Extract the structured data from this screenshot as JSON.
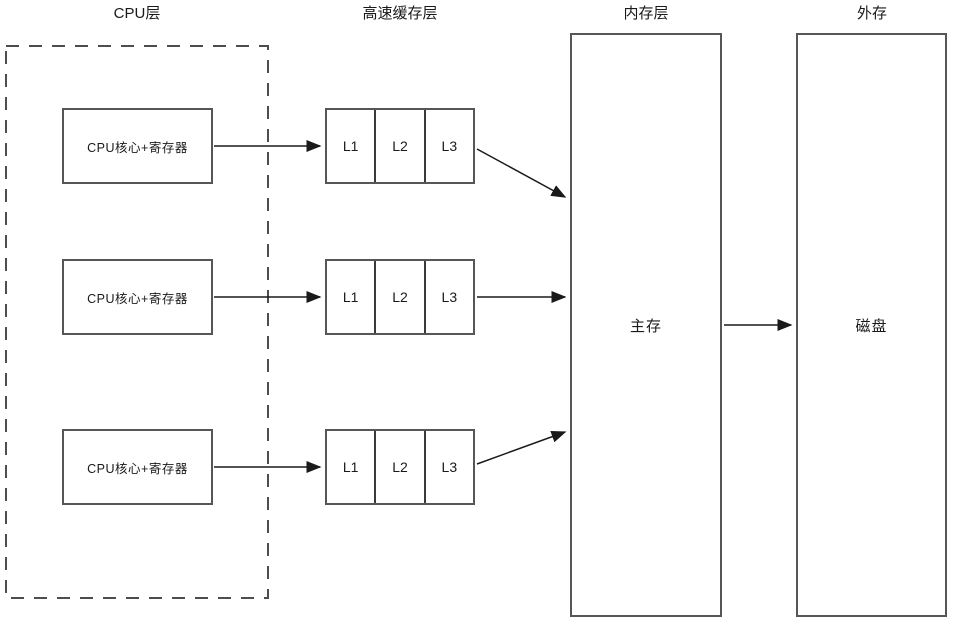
{
  "header": {
    "layer_titles": [
      {
        "id": "cpu",
        "label": "CPU层"
      },
      {
        "id": "cache",
        "label": "高速缓存层"
      },
      {
        "id": "memory",
        "label": "内存层"
      },
      {
        "id": "external",
        "label": "外存"
      }
    ]
  },
  "cpu_layer": {
    "cores": [
      {
        "label": "CPU核心+寄存器"
      },
      {
        "label": "CPU核心+寄存器"
      },
      {
        "label": "CPU核心+寄存器"
      }
    ]
  },
  "cache_layer": {
    "groups": [
      {
        "cells": [
          "L1",
          "L2",
          "L3"
        ]
      },
      {
        "cells": [
          "L1",
          "L2",
          "L3"
        ]
      },
      {
        "cells": [
          "L1",
          "L2",
          "L3"
        ]
      }
    ]
  },
  "memory_layer": {
    "label": "主存"
  },
  "external_layer": {
    "label": "磁盘"
  },
  "colors": {
    "background": "#ffffff",
    "box_border": "#565656",
    "cell_divider": "#3a3a3a",
    "dashed_boundary": "#4d4d4d",
    "arrow": "#1a1a1a",
    "text": "#1a1a1a"
  }
}
